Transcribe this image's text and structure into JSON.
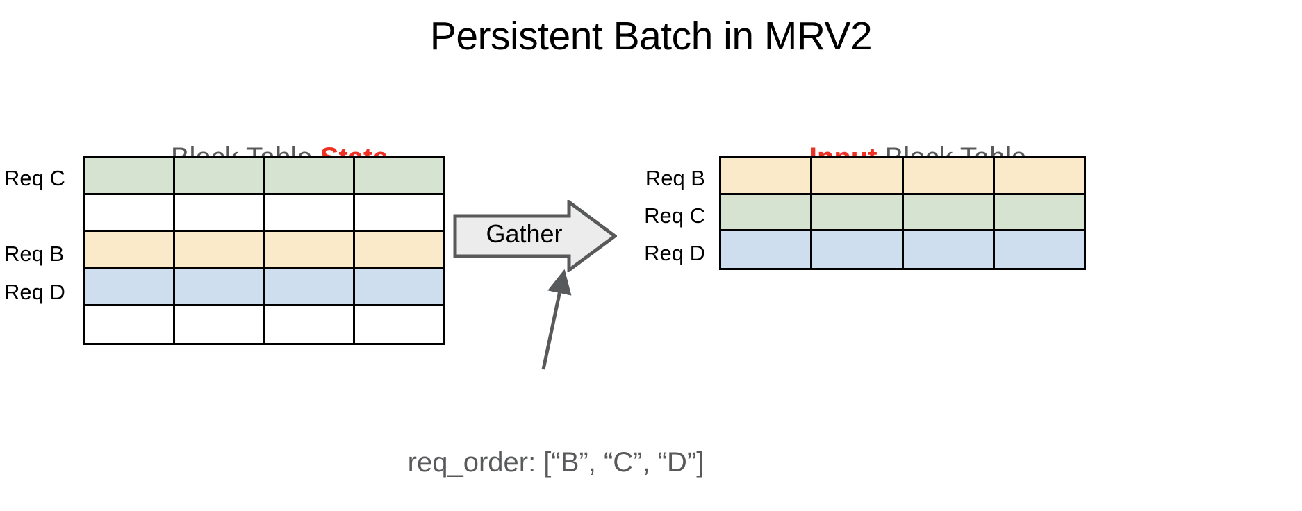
{
  "slide": {
    "title": "Persistent Batch in MRV2",
    "background_color": "#FFFFFF"
  },
  "colors": {
    "highlight_red": "#EE3124",
    "heading_gray": "#58595B",
    "grid_border": "#000000",
    "req_b_yellow": "#FAEACA",
    "req_c_green": "#D6E3D0",
    "req_d_blue": "#CEDEEE",
    "empty_white": "#FFFFFF",
    "arrow_fill": "#ECECEC",
    "arrow_stroke": "#58595B"
  },
  "state_table": {
    "heading_plain": "Block Table ",
    "heading_highlight": "State",
    "columns": 4,
    "rows": [
      {
        "label": "Req C",
        "color": "#D6E3D0",
        "occupied": true
      },
      {
        "label": "",
        "color": "#FFFFFF",
        "occupied": false
      },
      {
        "label": "Req B",
        "color": "#FAEACA",
        "occupied": true
      },
      {
        "label": "Req D",
        "color": "#CEDEEE",
        "occupied": true
      },
      {
        "label": "",
        "color": "#FFFFFF",
        "occupied": false
      }
    ]
  },
  "input_table": {
    "heading_highlight": "Input",
    "heading_plain": " Block Table",
    "columns": 4,
    "rows": [
      {
        "label": "Req B",
        "color": "#FAEACA",
        "occupied": true
      },
      {
        "label": "Req C",
        "color": "#D6E3D0",
        "occupied": true
      },
      {
        "label": "Req D",
        "color": "#CEDEEE",
        "occupied": true
      }
    ]
  },
  "gather": {
    "label": "Gather",
    "direction": "right"
  },
  "caption": {
    "text": "req_order: [“B”, “C”, “D”]"
  }
}
